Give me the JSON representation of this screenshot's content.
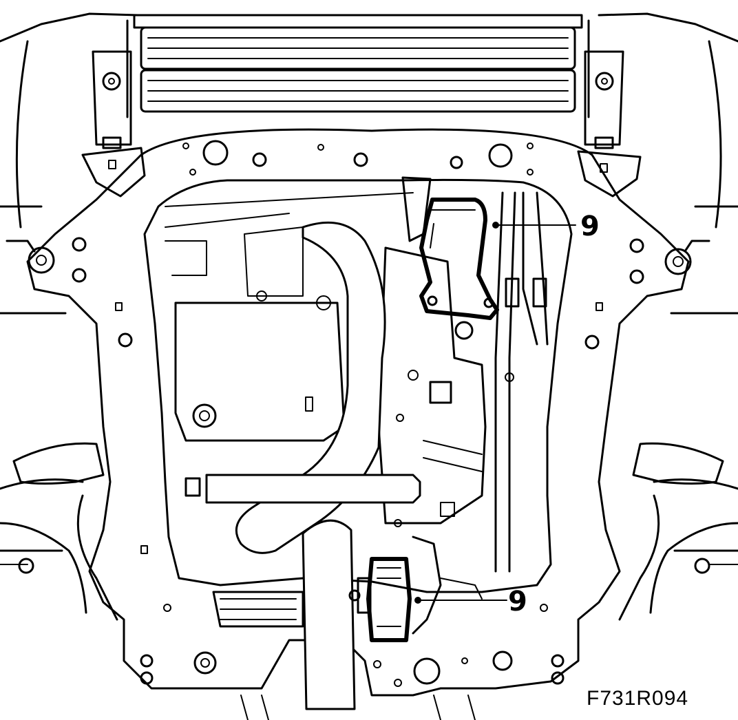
{
  "callouts": [
    {
      "id": "upper-mount",
      "label": "9"
    },
    {
      "id": "lower-mount",
      "label": "9"
    }
  ],
  "figure_code": "F731R094",
  "colors": {
    "line": "#000000",
    "background": "#ffffff"
  }
}
